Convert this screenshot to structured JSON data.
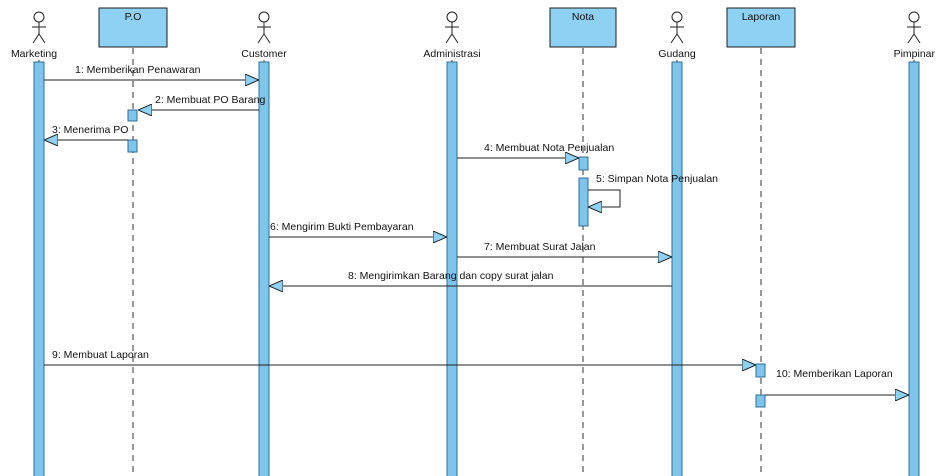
{
  "diagram": {
    "type": "uml-sequence-diagram",
    "colors": {
      "activation_fill": "#7fc4ea",
      "activation_stroke": "#2c6f99",
      "object_fill": "#8fd1f2",
      "object_stroke": "#1f1f1f",
      "line": "#222222",
      "arrowhead_fill": "#8fd1f2"
    },
    "participants": [
      {
        "id": "marketing",
        "kind": "actor",
        "label": "Marketing",
        "icon": "actor-stickman-icon"
      },
      {
        "id": "po",
        "kind": "object",
        "label": "P.O"
      },
      {
        "id": "customer",
        "kind": "actor",
        "label": "Customer",
        "icon": "actor-stickman-icon"
      },
      {
        "id": "administrasi",
        "kind": "actor",
        "label": "Administrasi",
        "icon": "actor-stickman-icon"
      },
      {
        "id": "nota",
        "kind": "object",
        "label": "Nota"
      },
      {
        "id": "gudang",
        "kind": "actor",
        "label": "Gudang",
        "icon": "actor-stickman-icon"
      },
      {
        "id": "laporan",
        "kind": "object",
        "label": "Laporan"
      },
      {
        "id": "pimpinan",
        "kind": "actor",
        "label": "Pimpinar",
        "icon": "actor-stickman-icon"
      }
    ],
    "messages": [
      {
        "label": "1: Memberikan Penawaran",
        "from": "marketing",
        "to": "customer"
      },
      {
        "label": "2: Membuat PO Barang",
        "from": "customer",
        "to": "po"
      },
      {
        "label": "3: Menerima PO",
        "from": "po",
        "to": "marketing"
      },
      {
        "label": "4: Membuat Nota Penjualan",
        "from": "administrasi",
        "to": "nota"
      },
      {
        "label": "5: Simpan Nota Penjualan",
        "from": "nota",
        "to": "nota",
        "self": true
      },
      {
        "label": "6: Mengirim Bukti Pembayaran",
        "from": "customer",
        "to": "administrasi"
      },
      {
        "label": "7: Membuat Surat Jalan",
        "from": "administrasi",
        "to": "gudang"
      },
      {
        "label": "8: Mengirimkan Barang dan copy surat jalan",
        "from": "gudang",
        "to": "customer"
      },
      {
        "label": "9: Membuat Laporan",
        "from": "marketing",
        "to": "laporan"
      },
      {
        "label": "10: Memberikan Laporan",
        "from": "laporan",
        "to": "pimpinan"
      }
    ]
  }
}
